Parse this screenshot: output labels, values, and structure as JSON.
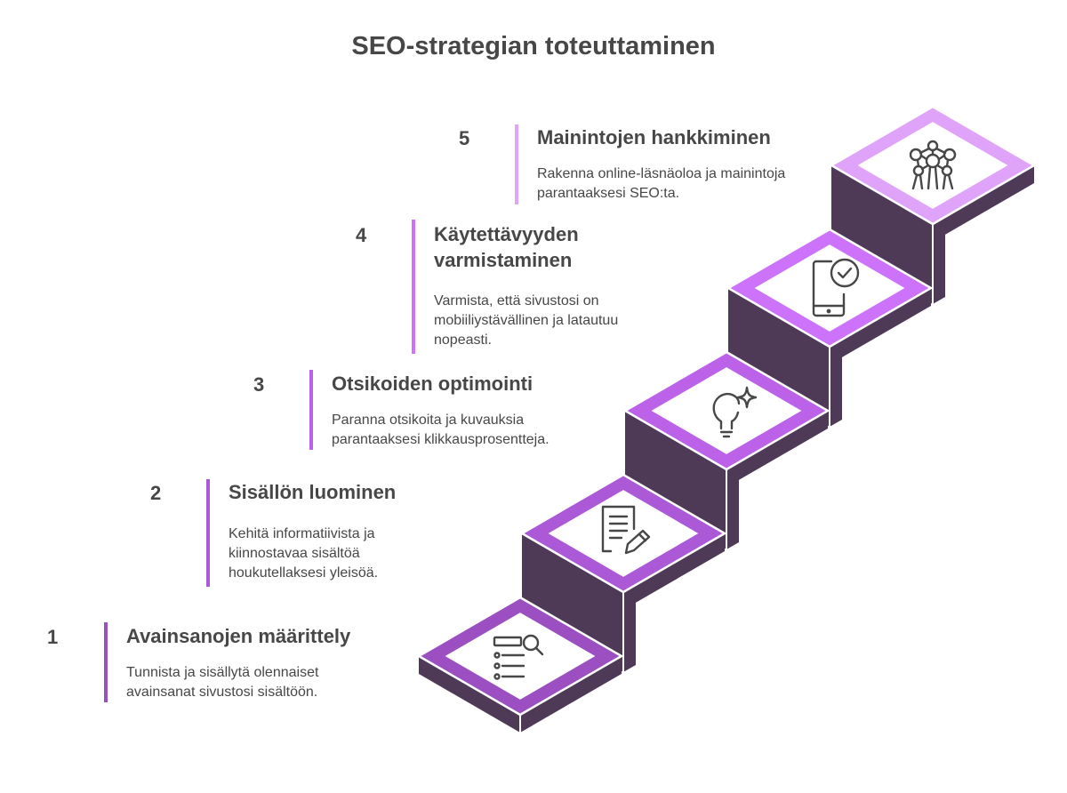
{
  "title": "SEO-strategian toteuttaminen",
  "colors": {
    "riser": "#4e3a56",
    "icon": "#474747",
    "text": "#474747"
  },
  "steps": [
    {
      "number": "1",
      "title": "Avainsanojen määrittely",
      "description": "Tunnista ja sisällytä olennaiset avainsanat sivustosi sisältöön.",
      "icon": "search-list-icon",
      "color": "#9b4fc0"
    },
    {
      "number": "2",
      "title": "Sisällön luominen",
      "description": "Kehitä informatiivista ja kiinnostavaa sisältöä houkutellaksesi yleisöä.",
      "icon": "document-pencil-icon",
      "color": "#ab59d6"
    },
    {
      "number": "3",
      "title": "Otsikoiden optimointi",
      "description": "Paranna otsikoita ja kuvauksia parantaaksesi klikkausprosentteja.",
      "icon": "lightbulb-sparkle-icon",
      "color": "#bc62e8"
    },
    {
      "number": "4",
      "title": "Käytettävyyden varmistaminen",
      "description": "Varmista, että sivustosi on mobiiliystävällinen ja latautuu nopeasti.",
      "icon": "mobile-check-icon",
      "color": "#cd72fa"
    },
    {
      "number": "5",
      "title": "Mainintojen hankkiminen",
      "description": "Rakenna online-läsnäoloa ja mainintoja parantaaksesi SEO:ta.",
      "icon": "network-molecule-icon",
      "color": "#e0a3fa"
    }
  ]
}
